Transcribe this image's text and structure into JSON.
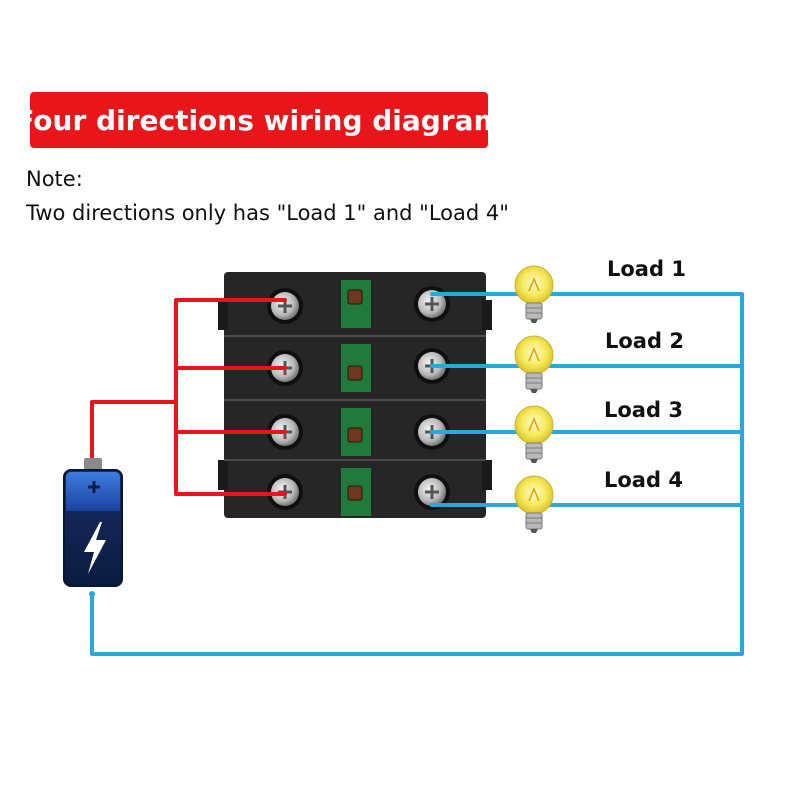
{
  "title": "Four directions wiring diagram",
  "note": {
    "heading": "Note:",
    "text": "Two directions only has \"Load 1\" and \"Load 4\""
  },
  "loads": [
    "Load 1",
    "Load 2",
    "Load 3",
    "Load 4"
  ],
  "colors": {
    "title_background": "#e8151b",
    "positive_wire": "#e8151b",
    "negative_wire": "#29a8e0",
    "switch_body": "#262626",
    "contact_window": "#1f7a3c",
    "bulb_glow": "#f6e85a",
    "battery_top": "#1f4fb0",
    "battery_bottom": "#0d1d45"
  },
  "icons": [
    "battery-icon",
    "lightning-bolt-icon",
    "light-bulb-icon",
    "screw-terminal-icon"
  ]
}
